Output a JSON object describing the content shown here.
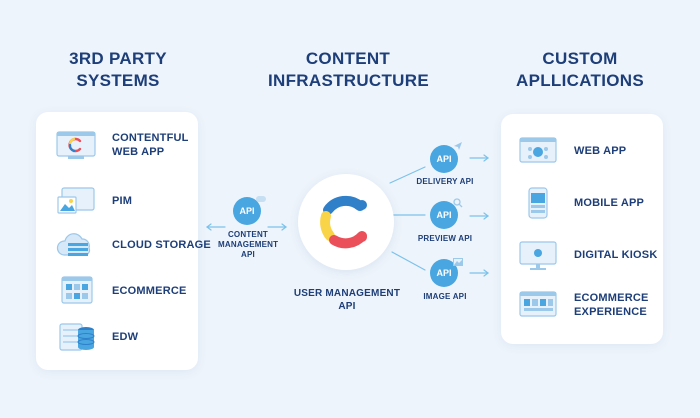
{
  "headings": {
    "left": [
      "3RD PARTY",
      "SYSTEMS"
    ],
    "center": [
      "CONTENT",
      "INFRASTRUCTURE"
    ],
    "right": [
      "CUSTOM",
      "APLLICATIONS"
    ]
  },
  "left_items": [
    {
      "lines": [
        "CONTENTFUL",
        "WEB APP"
      ],
      "icon": "contentful-webapp-icon"
    },
    {
      "lines": [
        "PIM"
      ],
      "icon": "pim-icon"
    },
    {
      "lines": [
        "CLOUD STORAGE"
      ],
      "icon": "cloud-storage-icon"
    },
    {
      "lines": [
        "ECOMMERCE"
      ],
      "icon": "ecommerce-icon"
    },
    {
      "lines": [
        "EDW"
      ],
      "icon": "database-icon"
    }
  ],
  "right_items": [
    {
      "lines": [
        "WEB APP"
      ],
      "icon": "web-app-icon"
    },
    {
      "lines": [
        "MOBILE APP"
      ],
      "icon": "mobile-app-icon"
    },
    {
      "lines": [
        "DIGITAL KIOSK"
      ],
      "icon": "kiosk-icon"
    },
    {
      "lines": [
        "ECOMMERCE",
        "EXPERIENCE"
      ],
      "icon": "ecommerce-experience-icon"
    }
  ],
  "api_label": "API",
  "content_management_api": [
    "CONTENT",
    "MANAGEMENT",
    "API"
  ],
  "user_management_api": [
    "USER MANAGEMENT",
    "API"
  ],
  "delivery_api": "DELIVERY API",
  "preview_api": "PREVIEW API",
  "image_api": "IMAGE API",
  "colors": {
    "background": "#eef4fb",
    "navy": "#1d3e78",
    "api_blue": "#4aa6e0",
    "arrow": "#7cc2ec",
    "logo_yellow": "#f9d348",
    "logo_blue": "#2f80c9",
    "logo_red": "#ea4f5a"
  }
}
